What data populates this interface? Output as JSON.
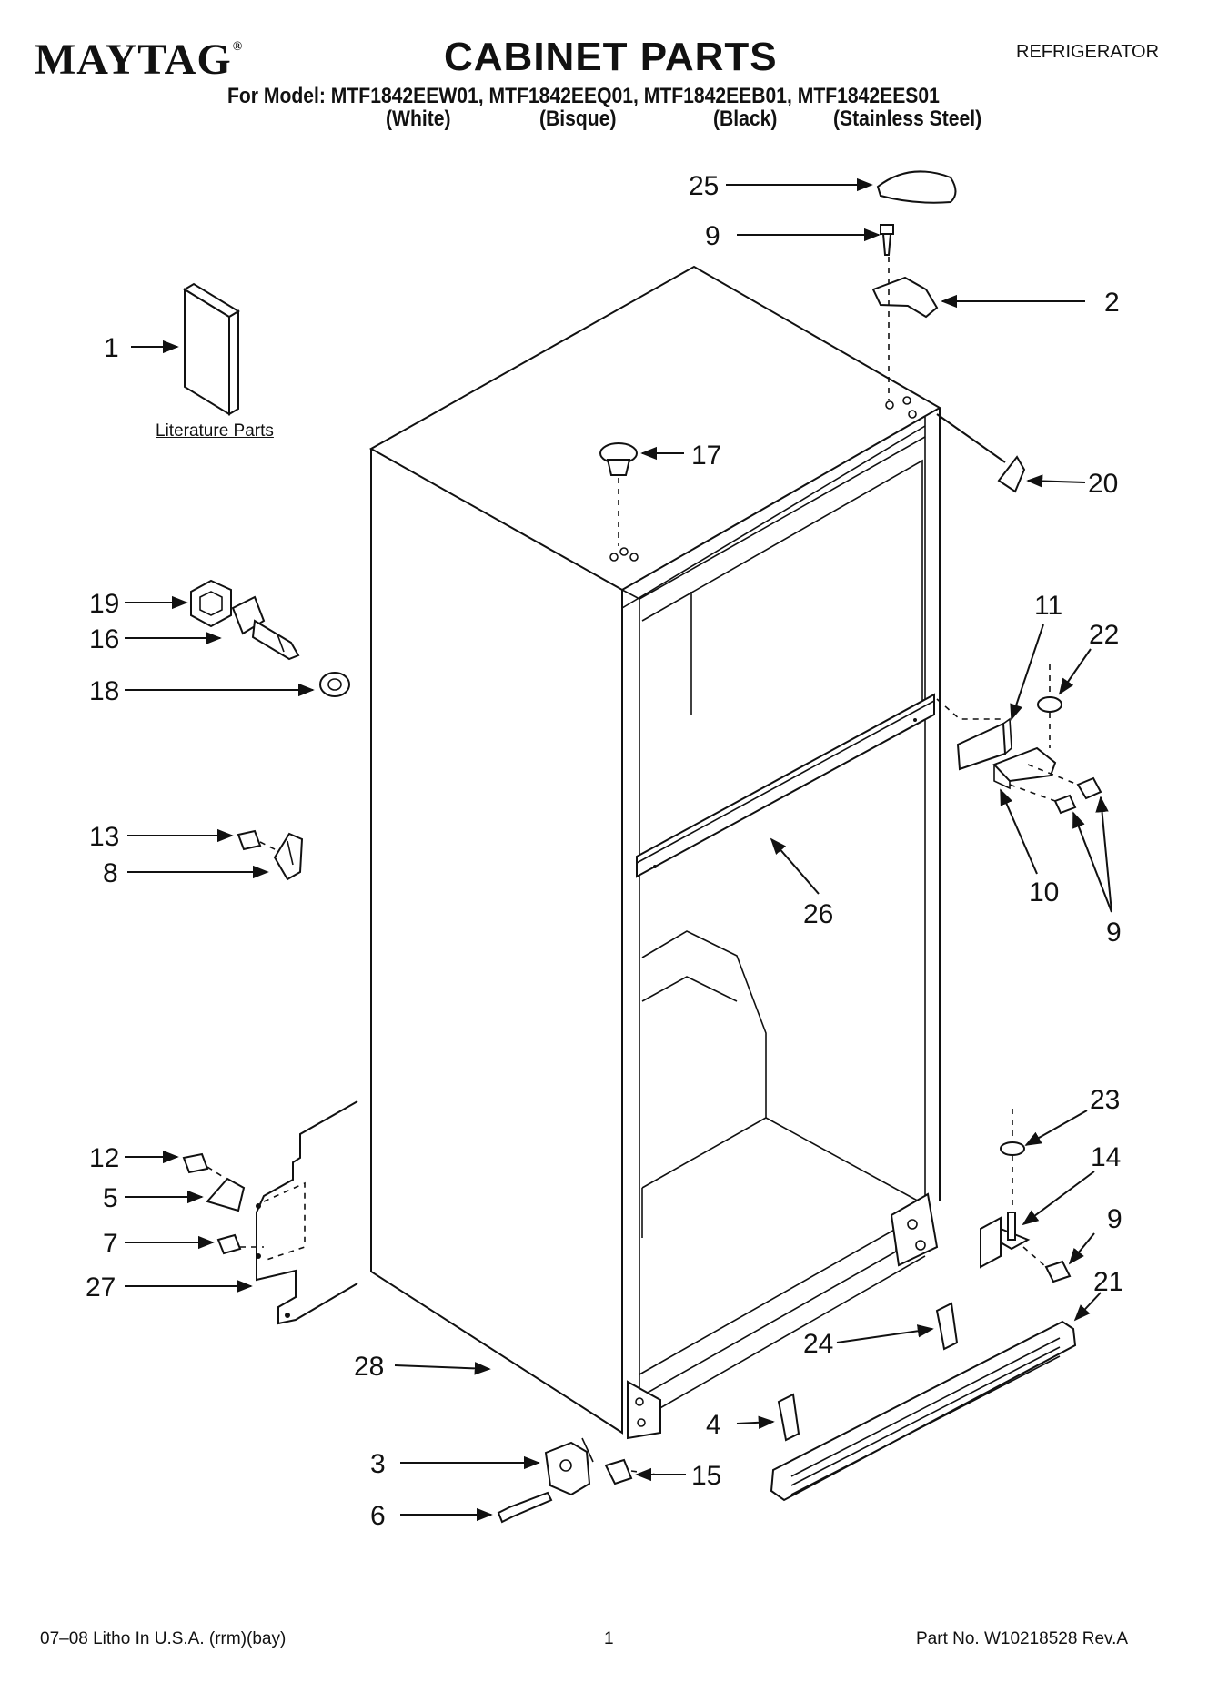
{
  "header": {
    "brand": "MAYTAG",
    "brand_mark": "®",
    "title": "CABINET PARTS",
    "product": "REFRIGERATOR",
    "models": "For Model: MTF1842EEW01, MTF1842EEQ01, MTF1842EEB01, MTF1842EES01",
    "colors": [
      "(White)",
      "(Bisque)",
      "(Black)",
      "(Stainless Steel)"
    ]
  },
  "literature_label": "Literature Parts",
  "callouts": [
    "25",
    "9",
    "2",
    "1",
    "17",
    "20",
    "19",
    "16",
    "18",
    "11",
    "22",
    "13",
    "8",
    "26",
    "10",
    "9",
    "9",
    "12",
    "5",
    "7",
    "27",
    "23",
    "14",
    "9",
    "21",
    "24",
    "28",
    "4",
    "3",
    "15",
    "6"
  ],
  "footer": {
    "left": "07–08 Litho In U.S.A. (rrm)(bay)",
    "page": "1",
    "right": "Part No. W10218528 Rev.A"
  }
}
